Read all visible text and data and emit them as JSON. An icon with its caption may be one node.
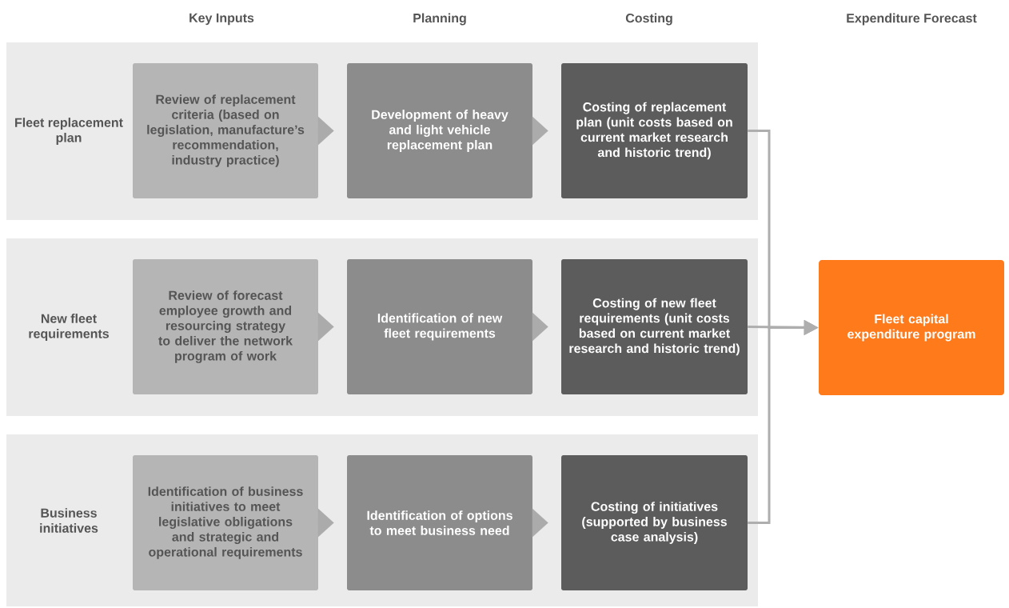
{
  "diagram": {
    "nodes": [
      {
        "text": [
          "Fleet replacement plan"
        ]
      },
      {
        "text": [
          "Review of replacement criteria (based on legislation, manufacture’s recommendation, industry practice)"
        ],
        "in": 0
      },
      {
        "text": [
          "Development of heavy and light vehicle replacement plan"
        ],
        "in": 0
      },
      {
        "text": [
          "Costing of replacement plan (unit costs based on current market research and historic trend)"
        ],
        "in": 0
      },
      {
        "text": [
          "New fleet requirements"
        ]
      },
      {
        "text": [
          "Review of forecast employee growth and resourcing strategy to deliver the network program of work"
        ],
        "in": 4
      },
      {
        "text": [
          "Identification of new fleet requirements"
        ],
        "in": 4
      },
      {
        "text": [
          "Costing of new fleet requirements (unit costs based on current market research and historic trend)"
        ],
        "in": 4
      },
      {
        "text": [
          "Business initiatives"
        ]
      },
      {
        "text": [
          "Identification of business initiatives to meet legislative obligations and strategic and operational requirements"
        ],
        "in": 8
      },
      {
        "text": [
          "Identification of options to meet business need"
        ],
        "in": 8
      },
      {
        "text": [
          "Costing of initiatives (supported by business case analysis)"
        ],
        "in": 8
      },
      {
        "text": [
          "Fleet capital expenditure program"
        ]
      }
    ],
    "edges": [
      {
        "from": 1,
        "to": 2,
        "arrow": "to"
      },
      {
        "from": 2,
        "to": 3,
        "arrow": "to"
      },
      {
        "from": 5,
        "to": 6,
        "arrow": "to"
      },
      {
        "from": 6,
        "to": 7,
        "arrow": "to"
      },
      {
        "from": 9,
        "to": 10,
        "arrow": "to"
      },
      {
        "from": 10,
        "to": 11,
        "arrow": "to"
      },
      {
        "from": 3,
        "to": 12,
        "arrow": "to"
      },
      {
        "from": 7,
        "to": 12,
        "arrow": "to"
      },
      {
        "from": 11,
        "to": 12,
        "arrow": "to"
      }
    ],
    "labels": [
      "Key Inputs",
      "Planning",
      "Costing",
      "Expenditure Forecast"
    ]
  }
}
